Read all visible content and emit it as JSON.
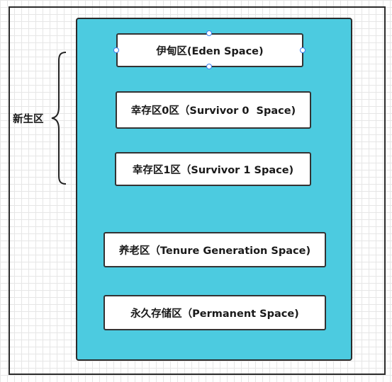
{
  "diagram": {
    "brace_label": "新生区",
    "regions": [
      {
        "id": "eden",
        "label": "伊甸区(Eden Space)"
      },
      {
        "id": "survivor0",
        "label": "幸存区0区（Survivor 0  Space)"
      },
      {
        "id": "survivor1",
        "label": "幸存区1区（Survivor 1 Space)"
      },
      {
        "id": "tenure",
        "label": "养老区（Tenure Generation Space)"
      },
      {
        "id": "permanent",
        "label": "永久存储区（Permanent Space)"
      }
    ]
  },
  "colors": {
    "heap_fill": "#4ccbe0",
    "region_fill": "#ffffff",
    "selection_handle": "#3a7ef0"
  }
}
